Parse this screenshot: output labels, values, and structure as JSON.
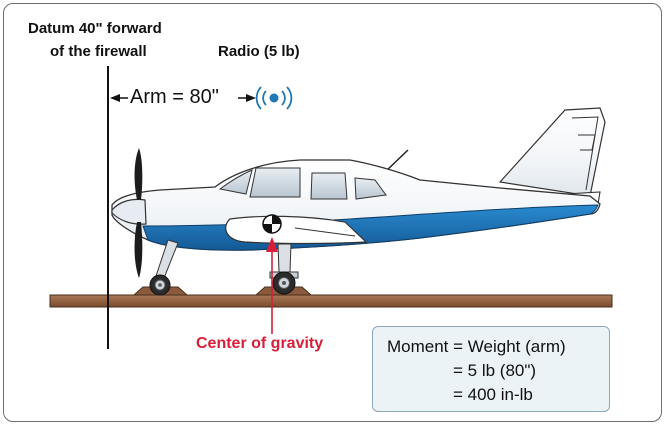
{
  "labels": {
    "datum_line1": "Datum 40\" forward",
    "datum_line2": "of the firewall",
    "radio": "Radio (5 lb)",
    "arm": "Arm = 80\"",
    "center_of_gravity": "Center of gravity"
  },
  "moment_box": {
    "line1": "Moment = Weight (arm)",
    "line2": "= 5 lb (80\")",
    "line3": "= 400 in-lb"
  },
  "colors": {
    "cg_label": "#d81f3a",
    "stripe": "#1f78b4",
    "ground": "#8b5a3c",
    "radio_icon": "#1f78b4",
    "box_fill": "#ebf3f7",
    "box_border": "#8aa8b8"
  },
  "icons": {
    "radio": "radio-signal-icon",
    "cg": "center-of-gravity-icon"
  }
}
